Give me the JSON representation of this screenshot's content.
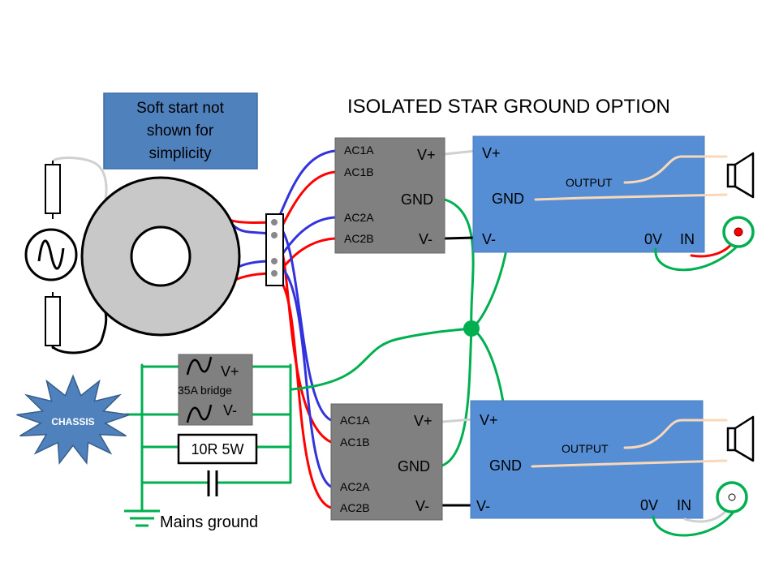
{
  "title": "ISOLATED STAR GROUND OPTION",
  "note": {
    "line1": "Soft start not",
    "line2": "shown for",
    "line3": "simplicity"
  },
  "psu_top": {
    "ac1a": "AC1A",
    "ac1b": "AC1B",
    "ac2a": "AC2A",
    "ac2b": "AC2B",
    "vplus": "V+",
    "gnd": "GND",
    "vminus": "V-"
  },
  "psu_bottom": {
    "ac1a": "AC1A",
    "ac1b": "AC1B",
    "ac2a": "AC2A",
    "ac2b": "AC2B",
    "vplus": "V+",
    "gnd": "GND",
    "vminus": "V-"
  },
  "amp_top": {
    "vplus": "V+",
    "gnd": "GND",
    "vminus": "V-",
    "output": "OUTPUT",
    "zero_v": "0V",
    "in": "IN"
  },
  "amp_bottom": {
    "vplus": "V+",
    "gnd": "GND",
    "vminus": "V-",
    "output": "OUTPUT",
    "zero_v": "0V",
    "in": "IN"
  },
  "bridge": {
    "vplus": "V+",
    "label": "35A bridge",
    "vminus": "V-"
  },
  "resistor": {
    "label": "10R 5W"
  },
  "chassis": {
    "label": "CHASSIS"
  },
  "mains_ground": {
    "label": "Mains ground"
  },
  "colors": {
    "block_grey": "#808080",
    "amp_blue": "#558ED5",
    "note_blue": "#4F81BD",
    "wire_green": "#00B050",
    "wire_red": "#FF0000",
    "wire_blue": "#3333DD",
    "wire_black": "#000000",
    "wire_peach": "#F8D8B8",
    "wire_grey": "#D0D0D0",
    "transformer_grey": "#C8C8C8",
    "chassis_blue": "#4F81BD"
  },
  "icons": [
    "ac-source-icon",
    "fuse-icon",
    "toroidal-transformer-icon",
    "terminal-block-icon",
    "bridge-rectifier-icon",
    "resistor-icon",
    "capacitor-icon",
    "ground-symbol-icon",
    "speaker-icon",
    "rca-jack-icon",
    "star-ground-node-icon"
  ]
}
